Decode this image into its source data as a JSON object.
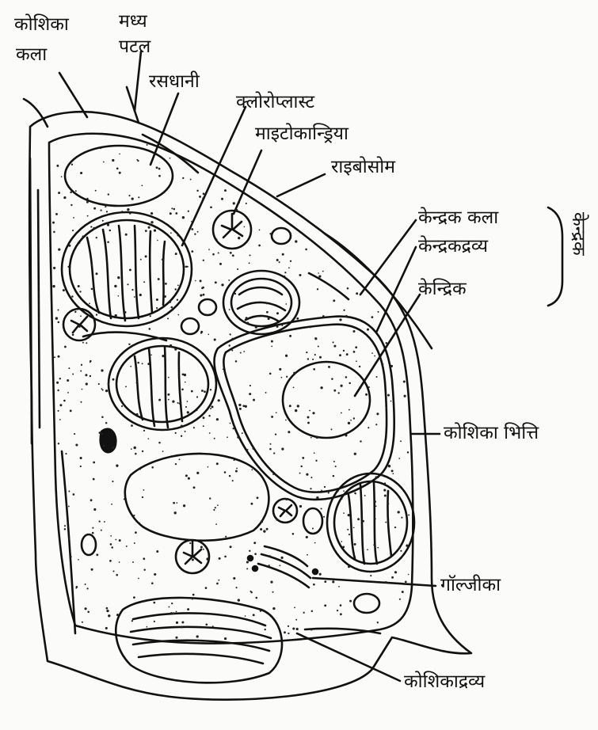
{
  "labels": {
    "cell_membrane": "कोशिका कला",
    "cell_membrane_line1": "कोशिका",
    "cell_membrane_line2": "कला",
    "middle_lamella_line1": "मध्य",
    "middle_lamella_line2": "पटल",
    "vacuole": "रसधानी",
    "chloroplast": "क्लोरोप्लास्ट",
    "mitochondria": "माइटोकान्ड्रिया",
    "ribosome": "राइबोसोम",
    "nuclear_membrane": "केन्द्रक कला",
    "nucleoplasm": "केन्द्रकद्रव्य",
    "nucleolus": "केन्द्रिक",
    "nucleus_group": "केन्द्रक",
    "cell_wall": "कोशिका भित्ति",
    "golgi": "गॉल्जीका",
    "cytoplasm": "कोशिकाद्रव्य"
  },
  "colors": {
    "ink": "#111111",
    "paper": "#fbfbf9"
  }
}
